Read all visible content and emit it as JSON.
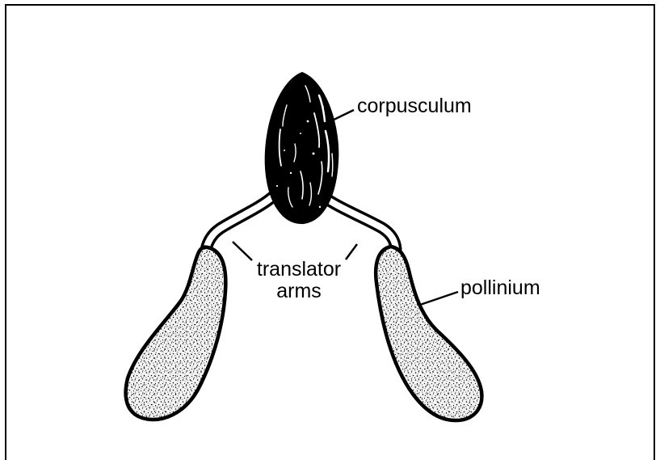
{
  "diagram": {
    "labels": {
      "corpusculum": "corpusculum",
      "translator_line1": "translator",
      "translator_line2": "arms",
      "pollinium": "pollinium"
    },
    "colors": {
      "ink": "#000000",
      "background": "#ffffff",
      "pollinium_fill": "#f2f2f2"
    }
  }
}
